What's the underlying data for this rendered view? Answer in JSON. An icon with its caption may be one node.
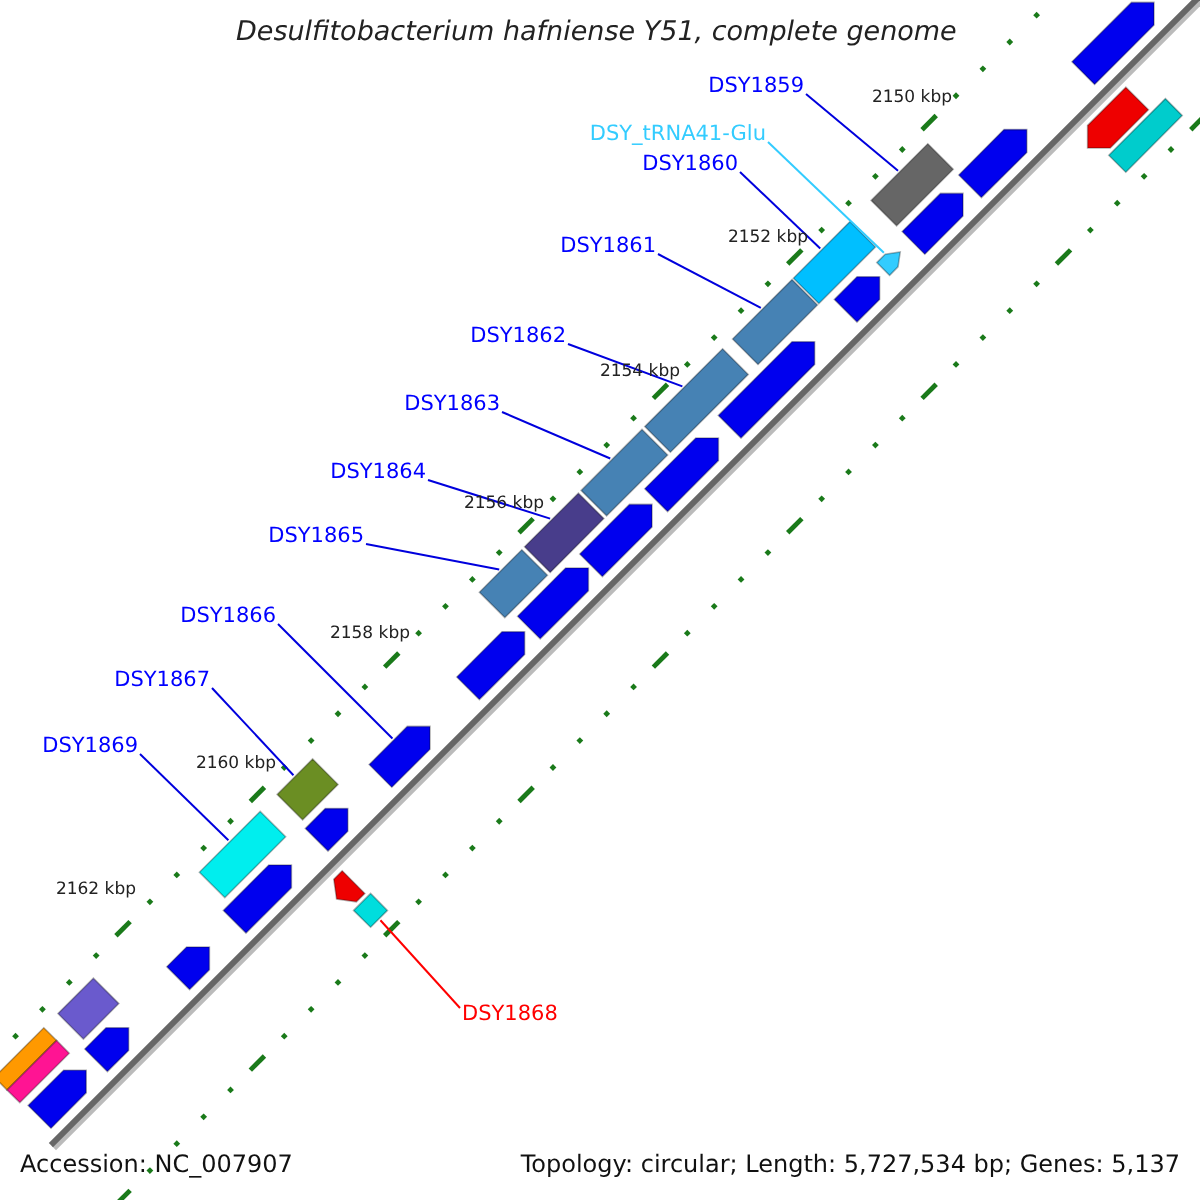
{
  "diagram": {
    "title": "Desulfitobacterium hafniense Y51, complete genome",
    "nodes": [
      {
        "text": [
          "DSY1859"
        ]
      },
      {
        "text": [
          "DSY_tRNA41-Glu"
        ]
      },
      {
        "text": [
          "DSY1860"
        ]
      },
      {
        "text": [
          "DSY1861"
        ]
      },
      {
        "text": [
          "DSY1862"
        ]
      },
      {
        "text": [
          "DSY1863"
        ]
      },
      {
        "text": [
          "DSY1864"
        ]
      },
      {
        "text": [
          "DSY1865"
        ]
      },
      {
        "text": [
          "DSY1866"
        ]
      },
      {
        "text": [
          "DSY1867"
        ]
      },
      {
        "text": [
          "DSY1869"
        ]
      },
      {
        "text": [
          "DSY1868"
        ]
      },
      {
        "text": [],
        "shape": "bar"
      },
      {
        "text": [],
        "shape": "arrow"
      },
      {
        "text": [],
        "shape": "bar"
      },
      {
        "text": [],
        "shape": "bar"
      },
      {
        "text": [],
        "shape": "bar"
      },
      {
        "text": [],
        "shape": "bar"
      },
      {
        "text": [],
        "shape": "bar"
      },
      {
        "text": [],
        "shape": "bar"
      },
      {
        "text": [],
        "shape": "arrow"
      },
      {
        "text": [],
        "shape": "bar"
      },
      {
        "text": [],
        "shape": "bar"
      },
      {
        "text": [],
        "shape": "bar"
      },
      {
        "text": [],
        "shape": "arrow"
      },
      {
        "text": [],
        "shape": "arrow"
      },
      {
        "text": [],
        "shape": "arrow"
      },
      {
        "text": [],
        "shape": "arrow"
      },
      {
        "text": [],
        "shape": "arrow"
      },
      {
        "text": [],
        "shape": "arrow"
      },
      {
        "text": [],
        "shape": "arrow"
      },
      {
        "text": [],
        "shape": "arrow"
      },
      {
        "text": [],
        "shape": "arrow"
      },
      {
        "text": [],
        "shape": "arrow"
      },
      {
        "text": [],
        "shape": "arrow"
      },
      {
        "text": [],
        "shape": "arrow"
      },
      {
        "text": [],
        "shape": "arrow"
      },
      {
        "text": [],
        "shape": "arrow"
      },
      {
        "text": [],
        "shape": "bar"
      },
      {
        "text": [],
        "shape": "bar"
      },
      {
        "text": [],
        "shape": "bar"
      },
      {
        "text": [],
        "shape": "arrow"
      },
      {
        "text": [],
        "shape": "bar"
      },
      {
        "text": [],
        "shape": "arrow"
      }
    ],
    "edges": [
      {
        "from": 0,
        "to": 12,
        "arrow": "none"
      },
      {
        "from": 1,
        "to": 13,
        "arrow": "none",
        "color": "#33ccff"
      },
      {
        "from": 2,
        "to": 14,
        "arrow": "none"
      },
      {
        "from": 3,
        "to": 15,
        "arrow": "none"
      },
      {
        "from": 4,
        "to": 16,
        "arrow": "none"
      },
      {
        "from": 5,
        "to": 17,
        "arrow": "none"
      },
      {
        "from": 6,
        "to": 18,
        "arrow": "none"
      },
      {
        "from": 7,
        "to": 19,
        "arrow": "none"
      },
      {
        "from": 8,
        "to": 20,
        "arrow": "none"
      },
      {
        "from": 9,
        "to": 21,
        "arrow": "none"
      },
      {
        "from": 10,
        "to": 22,
        "arrow": "none"
      },
      {
        "from": 11,
        "to": 23,
        "arrow": "none",
        "color": "#ff0000"
      }
    ],
    "labels": [
      "2150 kbp",
      "2152 kbp",
      "2154 kbp",
      "2156 kbp",
      "2158 kbp",
      "2160 kbp",
      "2162 kbp",
      "Accession: NC_007907",
      "Topology: circular; Length: 5,727,534 bp; Genes: 5,137"
    ]
  }
}
